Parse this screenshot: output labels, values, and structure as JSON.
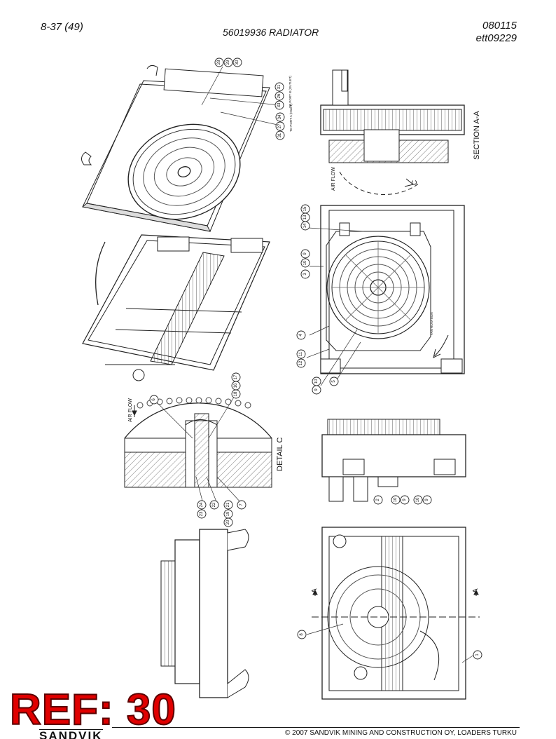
{
  "header": {
    "page_number": "8-37 (49)",
    "title": "56019936 RADIATOR",
    "date": "080115",
    "drawing_code": "ett09229"
  },
  "annotations": {
    "section_aa": "SECTION A-A",
    "detail_c": "DETAIL C",
    "air_flow": "AIR FLOW",
    "section_marker": "A",
    "detail_marker": "C",
    "to_port_a": "TO PORT A (INLET)",
    "to_port_b": "TO PORT B (OUTLET)",
    "fan_rotation": "FAN ROTATION"
  },
  "callouts": {
    "top_iso_top": [
      "28",
      "29",
      "30"
    ],
    "top_iso_side": [
      "31",
      "26",
      "33"
    ],
    "top_iso_side2": [
      "31",
      "27",
      "34"
    ],
    "front_top": [
      "14",
      "13",
      "15"
    ],
    "front_left": [
      "10",
      "9",
      "3",
      "4",
      "12",
      "11",
      "9",
      "10",
      "5"
    ],
    "detail": [
      "6",
      "18",
      "16",
      "17",
      "23",
      "24",
      "22",
      "21",
      "20",
      "19",
      "7"
    ],
    "bottom_view": [
      "2",
      "10",
      "9",
      "10",
      "9"
    ],
    "rear_view": [
      "8",
      "1"
    ]
  },
  "stamp": {
    "ref": "REF: 30",
    "logo_fragment": "SANDVIK"
  },
  "footer": {
    "copyright": "© 2007 SANDVIK MINING AND CONSTRUCTION OY, LOADERS TURKU"
  }
}
